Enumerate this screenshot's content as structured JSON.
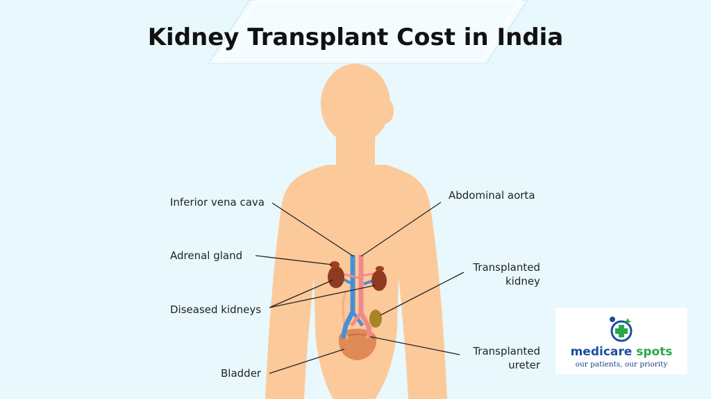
{
  "title": "Kidney Transplant Cost in India",
  "labels": {
    "inferior_vena_cava": "Inferior vena cava",
    "abdominal_aorta": "Abdominal aorta",
    "adrenal_gland": "Adrenal gland",
    "transplanted_kidney_line1": "Transplanted",
    "transplanted_kidney_line2": "kidney",
    "diseased_kidneys": "Diseased kidneys",
    "transplanted_ureter_line1": "Transplanted",
    "transplanted_ureter_line2": "ureter",
    "bladder": "Bladder"
  },
  "logo": {
    "name_part1": "medicare",
    "name_part2": " spots",
    "tagline": "our patients, our priority"
  },
  "colors": {
    "background": "#e8f8fc",
    "body": "#fcc99a",
    "vein": "#4a8fd6",
    "artery": "#f08a8a",
    "kidney": "#8e3b22",
    "transplanted_kidney": "#a8832a",
    "logo_green": "#28a84a",
    "logo_blue": "#1a4fa0"
  }
}
